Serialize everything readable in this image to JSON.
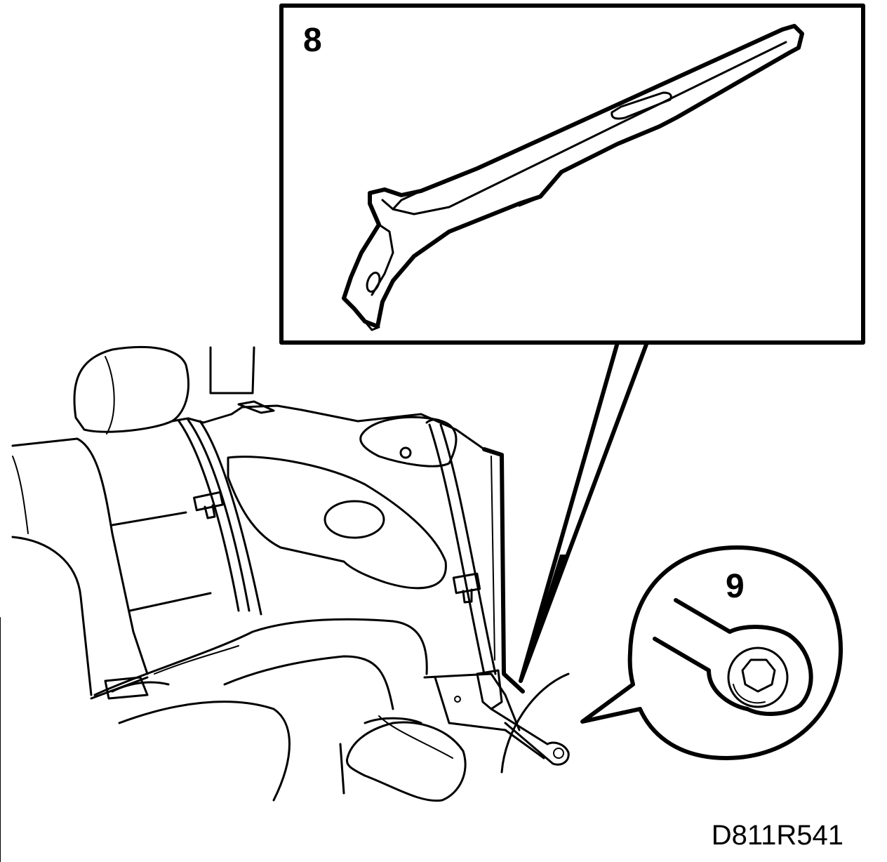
{
  "callouts": {
    "trim_panel_number": "8",
    "bolt_detail_number": "9"
  },
  "figure_code": "D811R541"
}
